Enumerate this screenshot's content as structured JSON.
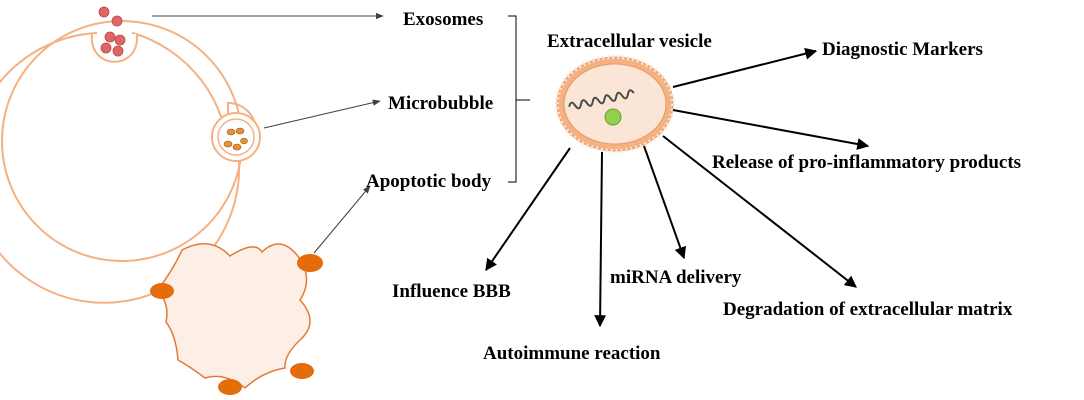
{
  "labels": {
    "exosomes": "Exosomes",
    "microbubble": "Microbubble",
    "apoptotic_body": "Apoptotic body",
    "extracellular_vesicle": "Extracellular vesicle",
    "diagnostic_markers": "Diagnostic Markers",
    "release_pro_inflammatory": "Release of pro-inflammatory products",
    "influence_bbb": "Influence  BBB",
    "mirna_delivery": "miRNA delivery",
    "degradation_ecm": "Degradation of extracellular matrix",
    "autoimmune_reaction": "Autoimmune reaction"
  },
  "colors": {
    "cell_outline": "#f4b183",
    "exosome_fill": "#e06666",
    "microbubble_fill": "#e69138",
    "apoptotic_blob_outline": "#e07b39",
    "apoptotic_blob_fill": "#fdefe6",
    "apoptotic_bleb_fill": "#e46c0a",
    "vesicle_fill": "#fbe5d6",
    "vesicle_membrane": "#f4b183",
    "rna_strand": "#4a4a4a",
    "green_particle": "#92d050",
    "arrow": "#000000",
    "thin_arrow": "#404040"
  },
  "icons": {
    "parent_cell": "cell-icon",
    "vesicle": "extracellular-vesicle-icon",
    "rna": "rna-helix-icon",
    "particle": "green-particle-icon",
    "apoptotic_cell": "apoptotic-cell-icon"
  }
}
